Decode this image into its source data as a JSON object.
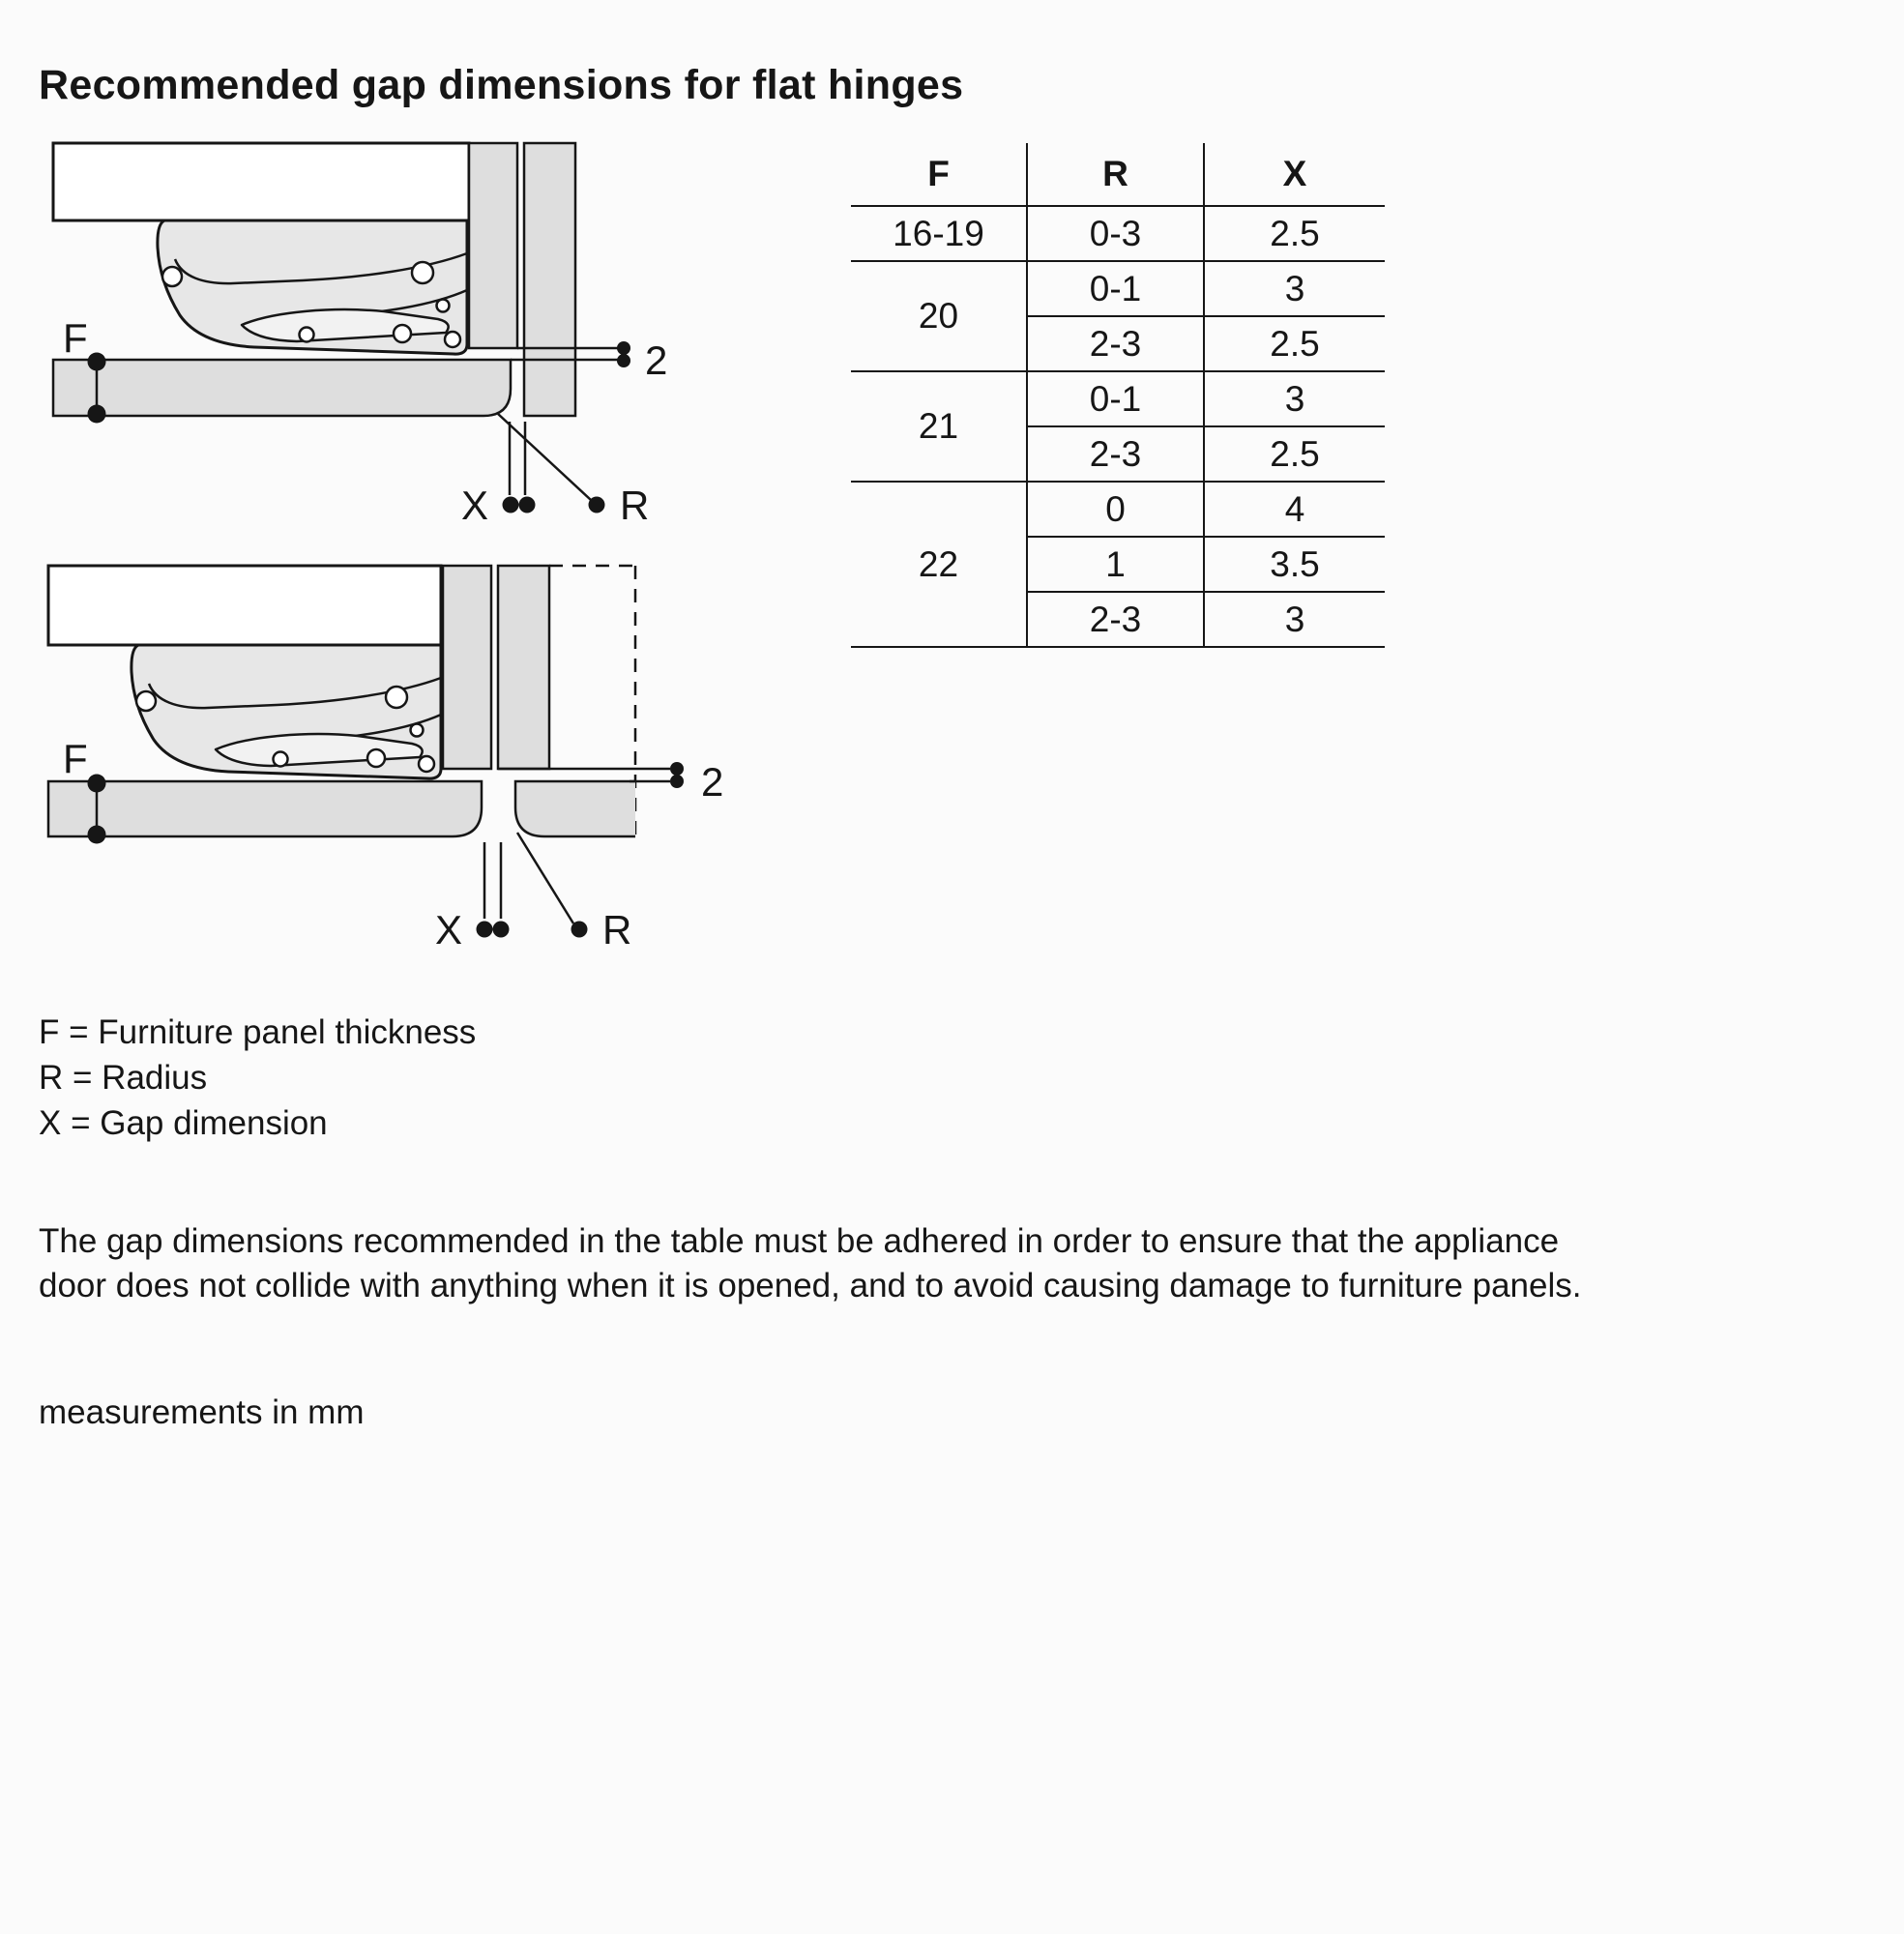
{
  "page": {
    "title": "Recommended gap dimensions for flat hinges",
    "footnote": "measurements in mm"
  },
  "table": {
    "headers": [
      "F",
      "R",
      "X"
    ],
    "groups": [
      {
        "f": "16-19",
        "rows": [
          {
            "r": "0-3",
            "x": "2.5"
          }
        ]
      },
      {
        "f": "20",
        "rows": [
          {
            "r": "0-1",
            "x": "3"
          },
          {
            "r": "2-3",
            "x": "2.5"
          }
        ]
      },
      {
        "f": "21",
        "rows": [
          {
            "r": "0-1",
            "x": "3"
          },
          {
            "r": "2-3",
            "x": "2.5"
          }
        ]
      },
      {
        "f": "22",
        "rows": [
          {
            "r": "0",
            "x": "4"
          },
          {
            "r": "1",
            "x": "3.5"
          },
          {
            "r": "2-3",
            "x": "3"
          }
        ]
      }
    ]
  },
  "legend": [
    "F = Furniture panel thickness",
    "R = Radius",
    "X = Gap dimension"
  ],
  "paragraph": "The gap dimensions recommended in the table must be adhered in order to ensure that the appliance door does not collide with anything when it is opened, and to avoid causing damage to furniture panels.",
  "diagrams": {
    "top": {
      "f_label": "F",
      "x_label": "X",
      "r_label": "R",
      "gap_label": "2"
    },
    "bottom": {
      "f_label": "F",
      "x_label": "X",
      "r_label": "R",
      "gap_label": "2"
    }
  },
  "colors": {
    "panel_fill": "#dedede",
    "hinge_fill": "#e7e7e7",
    "line": "#161616"
  }
}
